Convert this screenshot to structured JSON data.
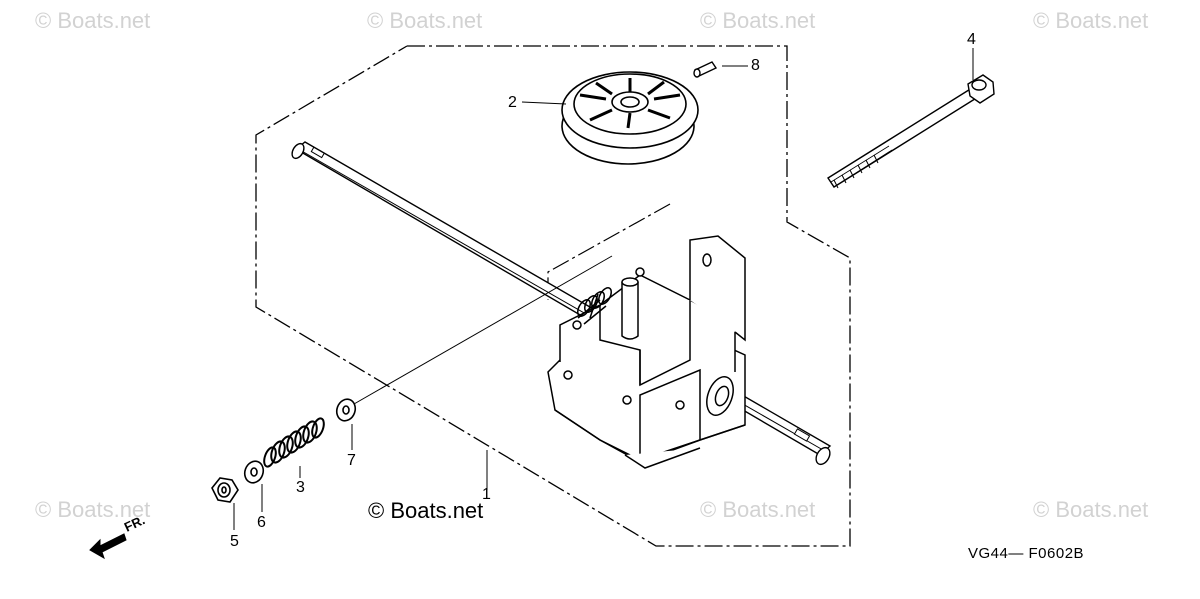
{
  "watermarks": [
    "© Boats.net",
    "© Boats.net",
    "© Boats.net",
    "© Boats.net",
    "© Boats.net",
    "© Boats.net",
    "© Boats.net"
  ],
  "center_watermark": "© Boats.net",
  "callouts": {
    "c1": "1",
    "c2": "2",
    "c3": "3",
    "c4": "4",
    "c5": "5",
    "c6": "6",
    "c7": "7",
    "c8": "8"
  },
  "front_label": "FR.",
  "diagram_code": "VG44— F0602B"
}
